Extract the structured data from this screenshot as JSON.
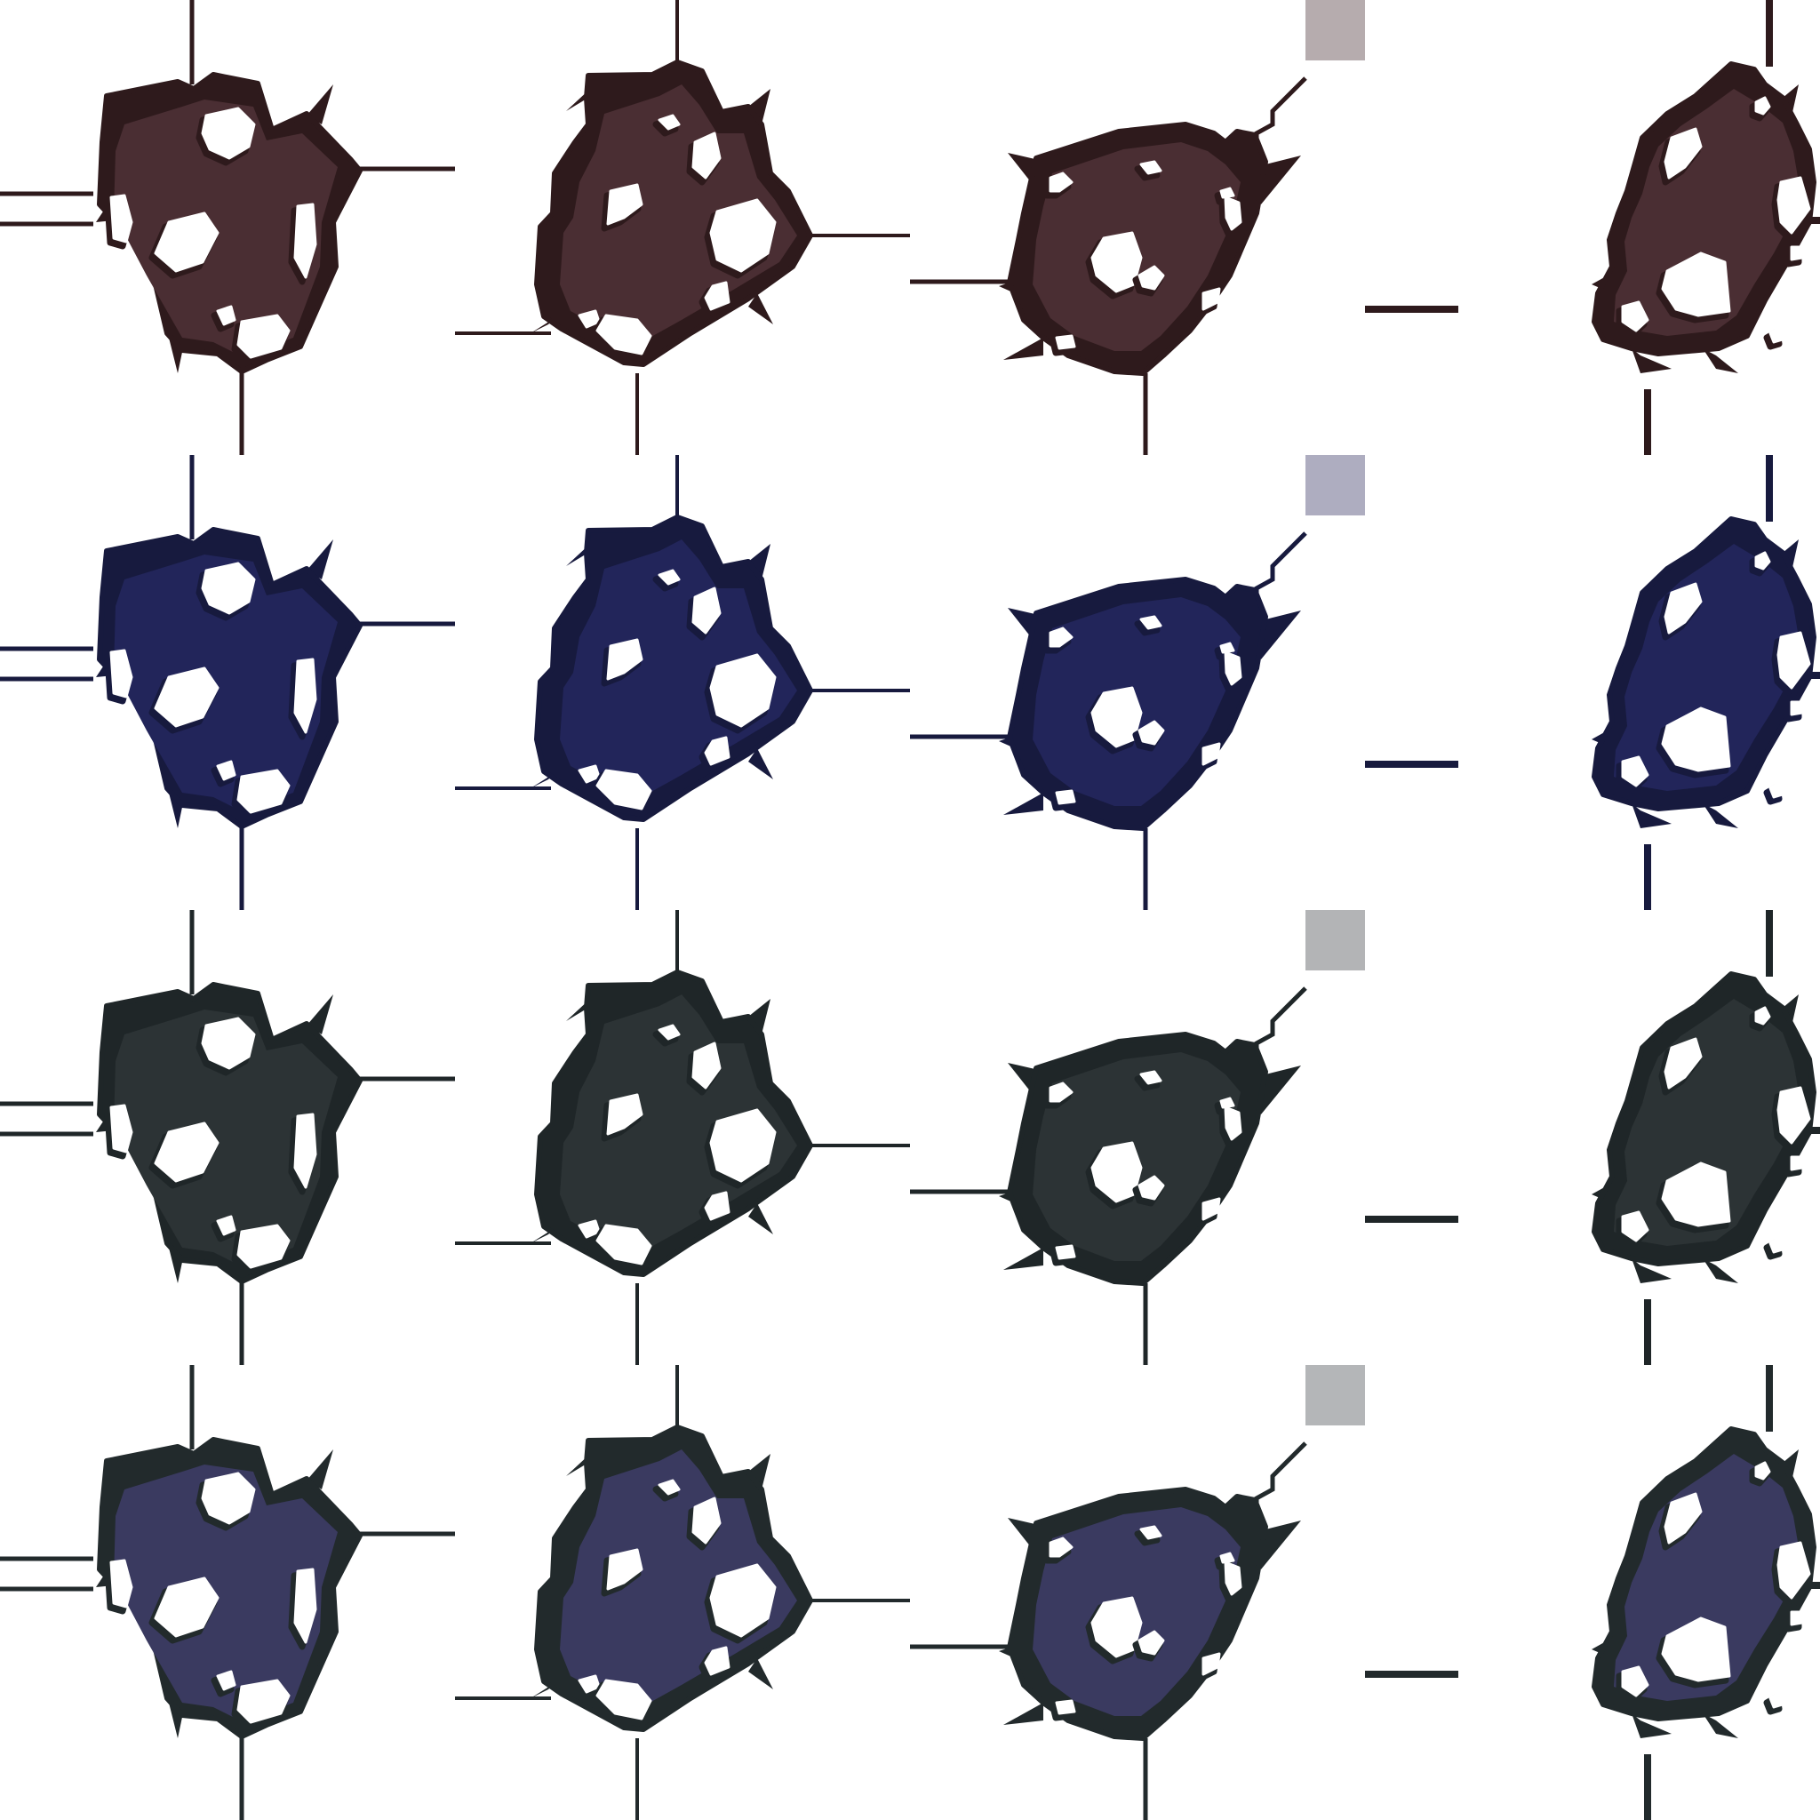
{
  "sheet": {
    "columns": 4,
    "rows": 4,
    "background": "#ffffff",
    "hole_color": "#ffffff"
  },
  "palettes": [
    {
      "name": "maroon",
      "fill": "#4a2e33",
      "outline": "#2e1a1c",
      "swatch": "#b6acae"
    },
    {
      "name": "navy",
      "fill": "#22255a",
      "outline": "#171a3e",
      "swatch": "#aeadc0"
    },
    {
      "name": "slate",
      "fill": "#2c3335",
      "outline": "#1f2628",
      "swatch": "#b3b4b6"
    },
    {
      "name": "indigo",
      "fill": "#3a3a60",
      "outline": "#222a2c",
      "swatch": "#b4b6b8"
    }
  ],
  "variants": [
    {
      "shape": "round-blob",
      "has_swatch": false
    },
    {
      "shape": "diagonal-blob",
      "has_swatch": false
    },
    {
      "shape": "tilted-blob",
      "has_swatch": true
    },
    {
      "shape": "right-blob",
      "has_swatch": false
    }
  ]
}
